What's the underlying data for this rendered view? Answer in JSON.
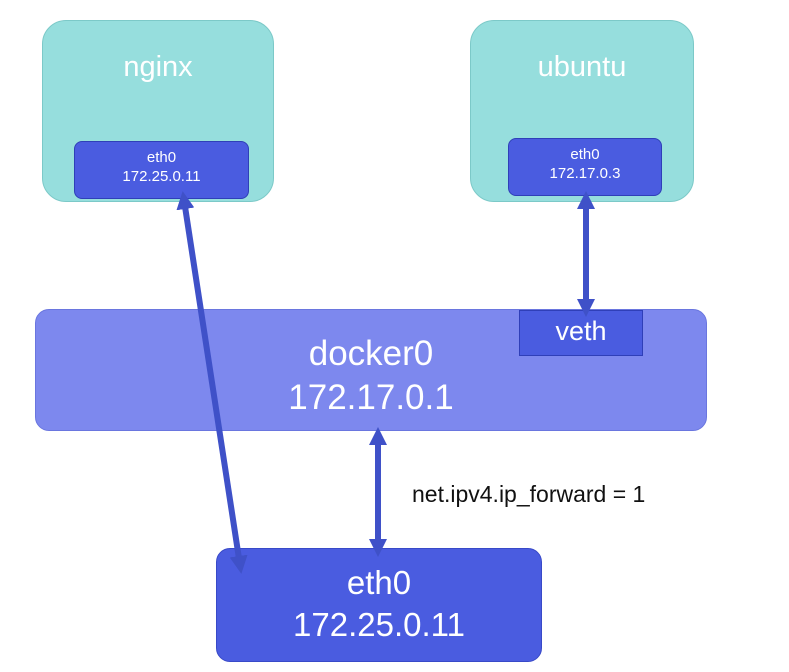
{
  "containers": [
    {
      "name": "nginx",
      "iface": {
        "name": "eth0",
        "ip": "172.25.0.11"
      }
    },
    {
      "name": "ubuntu",
      "iface": {
        "name": "eth0",
        "ip": "172.17.0.3"
      }
    }
  ],
  "bridge": {
    "name": "docker0",
    "ip": "172.17.0.1",
    "veth_label": "veth"
  },
  "host_iface": {
    "name": "eth0",
    "ip": "172.25.0.11"
  },
  "sysctl_label": "net.ipv4.ip_forward = 1",
  "colors": {
    "container": "#96dedd",
    "interface": "#4a5ce0",
    "bridge": "#7d88ee",
    "link": "#3f51c8"
  }
}
